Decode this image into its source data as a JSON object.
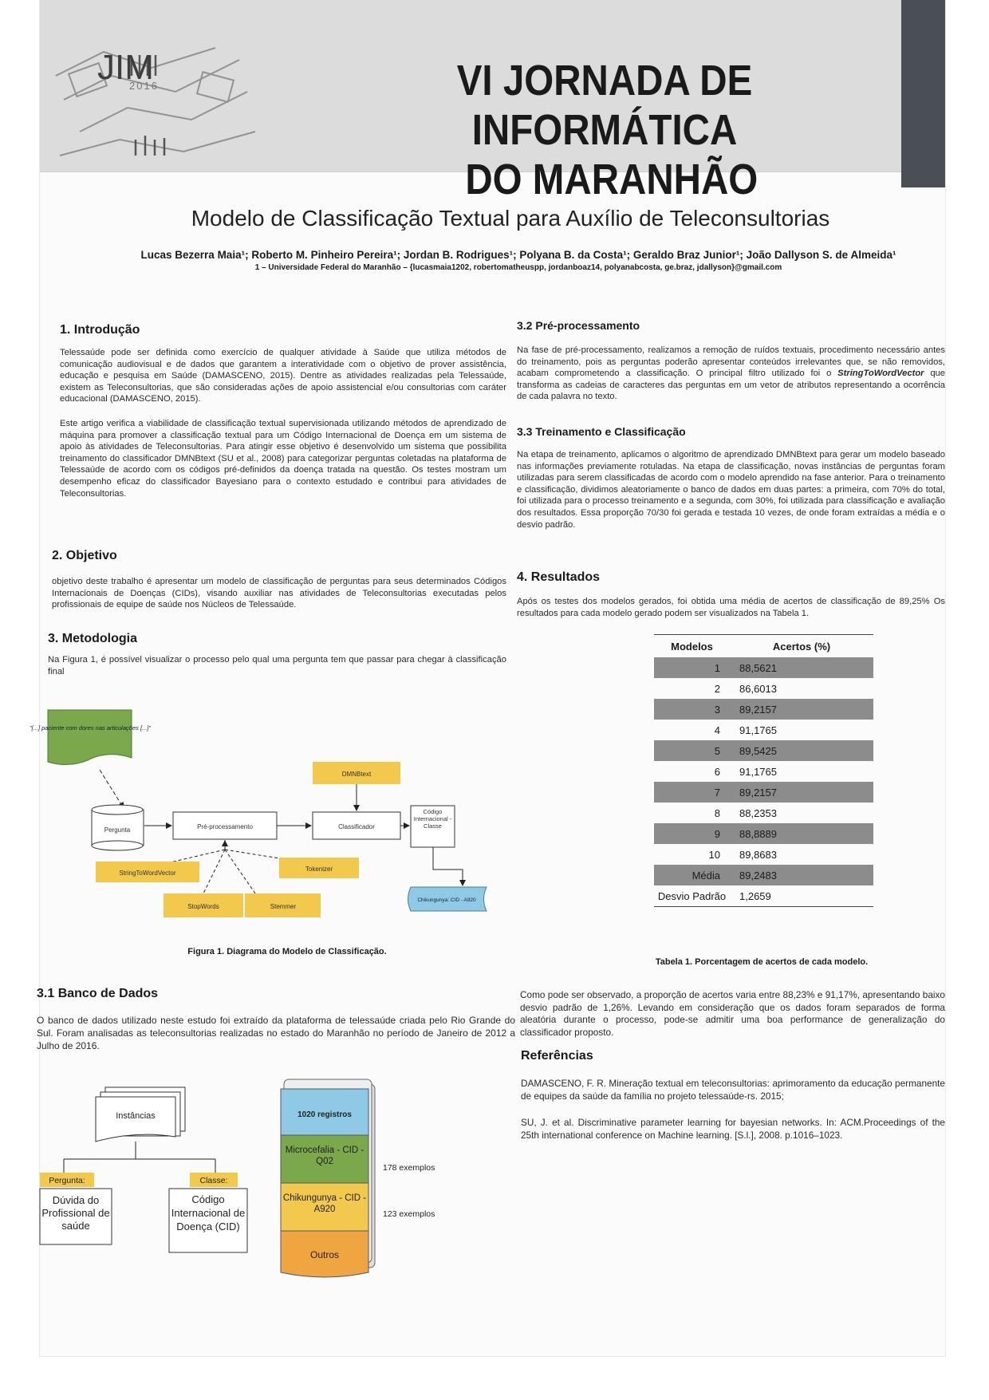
{
  "banner": {
    "logo_text": "JIM",
    "logo_year": "2016",
    "event_line1": "VI JORNADA DE INFORMÁTICA",
    "event_line2": "DO MARANHÃO"
  },
  "title": "Modelo de Classificação Textual para Auxílio de Teleconsultorias",
  "authors": "Lucas Bezerra Maia¹; Roberto M. Pinheiro Pereira¹; Jordan B. Rodrigues¹; Polyana B. da Costa¹; Geraldo Braz Junior¹; João Dallyson S. de Almeida¹",
  "affiliation": "1 – Universidade Federal do Maranhão – {lucasmaia1202, robertomatheuspp, jordanboaz14, polyanabcosta, ge.braz, jdallyson}@gmail.com",
  "intro": {
    "heading": "1. Introdução",
    "p1": "Telessaúde pode ser definida como exercício de qualquer atividade à Saúde que utiliza métodos de comunicação audiovisual e de dados que garantem a interatividade com o objetivo de prover assistência, educação e pesquisa em Saúde (DAMASCENO, 2015). Dentre as atividades realizadas pela Telessaúde, existem as Teleconsultorias, que são consideradas ações de apoio assistencial e/ou consultorias com caráter educacional (DAMASCENO, 2015).",
    "p2": "Este artigo verifica a viabilidade de classificação textual supervisionada utilizando métodos de aprendizado de máquina para promover a classificação textual para um Código Internacional de Doença em um sistema de apoio às atividades de Teleconsultorias. Para atingir esse objetivo é desenvolvido um sistema que possibilita treinamento do classificador DMNBtext (SU et al., 2008) para categorizar perguntas coletadas na plataforma de Telessaúde de acordo com os códigos pré-definidos da doença tratada na questão. Os testes mostram um desempenho eficaz do classificador Bayesiano para o contexto estudado e contribui para atividades de Teleconsultorias."
  },
  "objetivo": {
    "heading": "2. Objetivo",
    "p1": "objetivo deste trabalho é apresentar um modelo de classificação de perguntas para seus determinados Códigos Internacionais de Doenças (CIDs), visando auxiliar nas atividades de Teleconsultorias executadas pelos profissionais de equipe de saúde nos Núcleos de Telessaúde."
  },
  "metodologia": {
    "heading": "3. Metodologia",
    "p1": "Na Figura 1, é possível visualizar o processo pelo qual uma pergunta tem que passar para chegar à classificação final"
  },
  "fig1": {
    "note": "\"[...] paciente com dores nas articulações [...]\"",
    "pergunta": "Pergunta",
    "preproc": "Pré-processamento",
    "classificador": "Classificador",
    "dmnb": "DMNBtext",
    "cid_box": "Código Internacional - Classe",
    "output": "Chikungunya: CID - A920",
    "stw": "StringToWordVector",
    "tokenizer": "Tokenizer",
    "stopwords": "StopWords",
    "stemmer": "Stemmer",
    "caption": "Figura 1. Diagrama do Modelo de Classificação."
  },
  "banco": {
    "heading": "3.1 Banco de Dados",
    "p1": "O banco de dados utilizado neste estudo foi extraído da plataforma de telessaúde criada pelo Rio Grande do Sul. Foram analisadas as teleconsultorias realizadas no estado do Maranhão no período de Janeiro de 2012 a Julho de 2016."
  },
  "fig2": {
    "instancias": "Instâncias",
    "pergunta_tag": "Pergunta:",
    "pergunta_box": "Dúvida do Profissional de saúde",
    "classe_tag": "Classe:",
    "classe_box": "Código Internacional de Doença (CID)",
    "stack_top": "1020 registros",
    "stack_micro": "Microcefalia - CID - Q02",
    "stack_chik": "Chikungunya - CID - A920",
    "stack_outros": "Outros",
    "micro_count": "178 exemplos",
    "chik_count": "123 exemplos"
  },
  "preproc": {
    "heading": "3.2 Pré-processamento",
    "p1_a": "Na fase de pré-processamento, realizamos a remoção de ruídos textuais, procedimento necessário antes do treinamento, pois as perguntas poderão apresentar conteúdos irrelevantes que, se não removidos, acabam comprometendo a classificação. O principal filtro utilizado foi o ",
    "p1_em": "StringToWordVector",
    "p1_b": " que transforma as cadeias de caracteres das perguntas em um vetor de atributos representando a ocorrência de cada palavra no texto."
  },
  "treino": {
    "heading": "3.3 Treinamento e Classificação",
    "p1": "Na etapa de treinamento, aplicamos o algoritmo de aprendizado DMNBtext para gerar um modelo baseado nas informações previamente rotuladas. Na etapa de classificação, novas instâncias de perguntas foram utilizadas para serem classificadas de acordo com o modelo aprendido na fase anterior. Para o treinamento e classificação, dividimos aleatoriamente o banco de dados em duas partes: a primeira, com 70% do total, foi utilizada para o processo treinamento e a segunda, com 30%, foi utilizada para classificação e avaliação dos resultados. Essa proporção 70/30 foi gerada e testada 10 vezes, de onde foram extraídas a média e o desvio padrão."
  },
  "resultados": {
    "heading": "4. Resultados",
    "p1": "Após os testes dos modelos gerados, foi obtida uma média de acertos de classificação de 89,25% Os resultados para cada modelo gerado podem ser visualizados na Tabela 1.",
    "col_models": "Modelos",
    "col_acc": "Acertos (%)",
    "caption": "Tabela 1. Porcentagem de acertos de cada modelo.",
    "p2": "Como pode ser observado, a proporção de acertos varia entre 88,23% e 91,17%, apresentando baixo desvio padrão de 1,26%. Levando em consideração que os dados foram separados de forma aleatória durante o processo, pode-se admitir uma boa performance de generalização do classificador proposto."
  },
  "chart_data": {
    "type": "table",
    "columns": [
      "Modelos",
      "Acertos (%)"
    ],
    "rows": [
      [
        "1",
        "88,5621"
      ],
      [
        "2",
        "86,6013"
      ],
      [
        "3",
        "89,2157"
      ],
      [
        "4",
        "91,1765"
      ],
      [
        "5",
        "89,5425"
      ],
      [
        "6",
        "91,1765"
      ],
      [
        "7",
        "89,2157"
      ],
      [
        "8",
        "88,2353"
      ],
      [
        "9",
        "88,8889"
      ],
      [
        "10",
        "89,8683"
      ],
      [
        "Média",
        "89,2483"
      ],
      [
        "Desvio Padrão",
        "1,2659"
      ]
    ]
  },
  "referencias": {
    "heading": "Referências",
    "r1": "DAMASCENO, F. R. Mineração textual em teleconsultorias: aprimoramento da educação permanente de equipes da saúde da família no projeto telessaúde-rs. 2015;",
    "r2": "SU, J. et al. Discriminative parameter learning for bayesian networks. In: ACM.Proceedings of the 25th international conference on Machine learning. [S.l.], 2008. p.1016–1023."
  },
  "colors": {
    "yellow": "#f2c94c",
    "green": "#7aa84b",
    "gray_row": "#8c8c8c",
    "blue": "#8ec9e6",
    "orange": "#f0a640"
  }
}
